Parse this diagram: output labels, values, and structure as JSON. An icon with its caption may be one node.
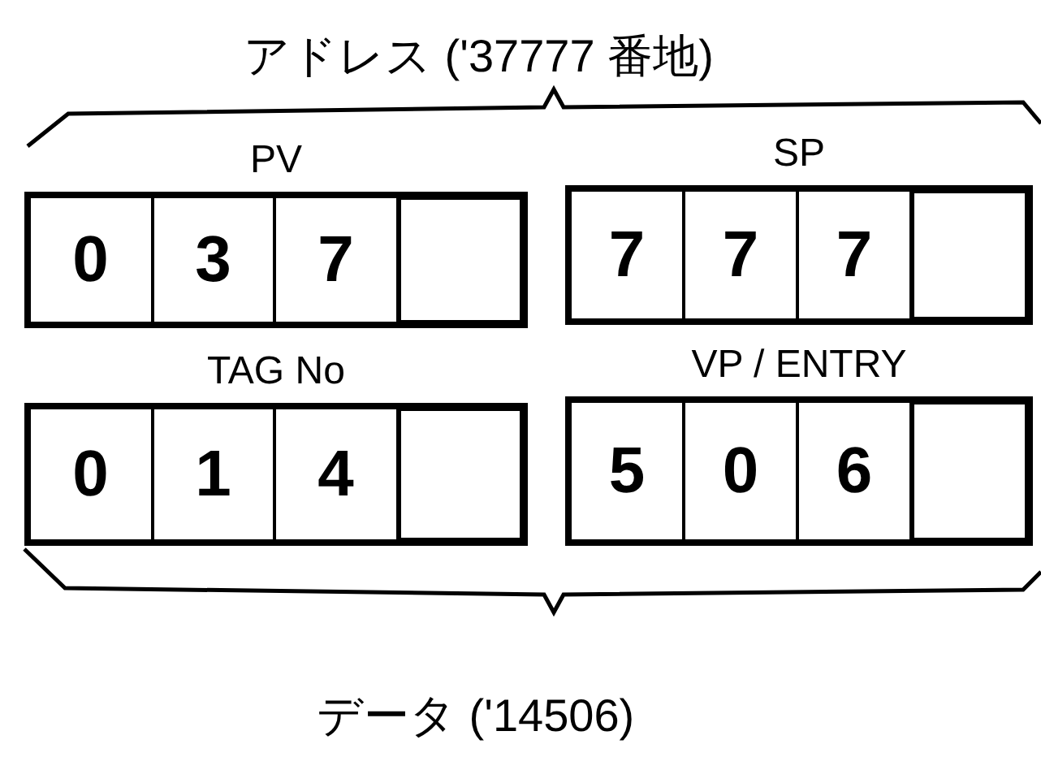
{
  "diagram": {
    "nodes": [
      {
        "text": [
          "PV"
        ]
      },
      {
        "text": [
          "0"
        ],
        "in": 0
      },
      {
        "text": [
          "3"
        ],
        "in": 0
      },
      {
        "text": [
          "7"
        ],
        "in": 0
      },
      {
        "text": [],
        "shape": "box",
        "in": 0
      },
      {
        "text": [
          "SP"
        ]
      },
      {
        "text": [
          "7"
        ],
        "in": 5
      },
      {
        "text": [
          "7"
        ],
        "in": 5
      },
      {
        "text": [
          "7"
        ],
        "in": 5
      },
      {
        "text": [],
        "shape": "box",
        "in": 5
      },
      {
        "text": [
          "TAG No"
        ]
      },
      {
        "text": [
          "0"
        ],
        "in": 10
      },
      {
        "text": [
          "1"
        ],
        "in": 10
      },
      {
        "text": [
          "4"
        ],
        "in": 10
      },
      {
        "text": [],
        "shape": "box",
        "in": 10
      },
      {
        "text": [
          "VP / ENTRY"
        ]
      },
      {
        "text": [
          "5"
        ],
        "in": 15
      },
      {
        "text": [
          "0"
        ],
        "in": 15
      },
      {
        "text": [
          "6"
        ],
        "in": 15
      },
      {
        "text": [],
        "shape": "box",
        "in": 15
      }
    ],
    "edges": [],
    "labels": [
      "アドレス ('37777 番地)",
      "データ ('14506)"
    ]
  }
}
